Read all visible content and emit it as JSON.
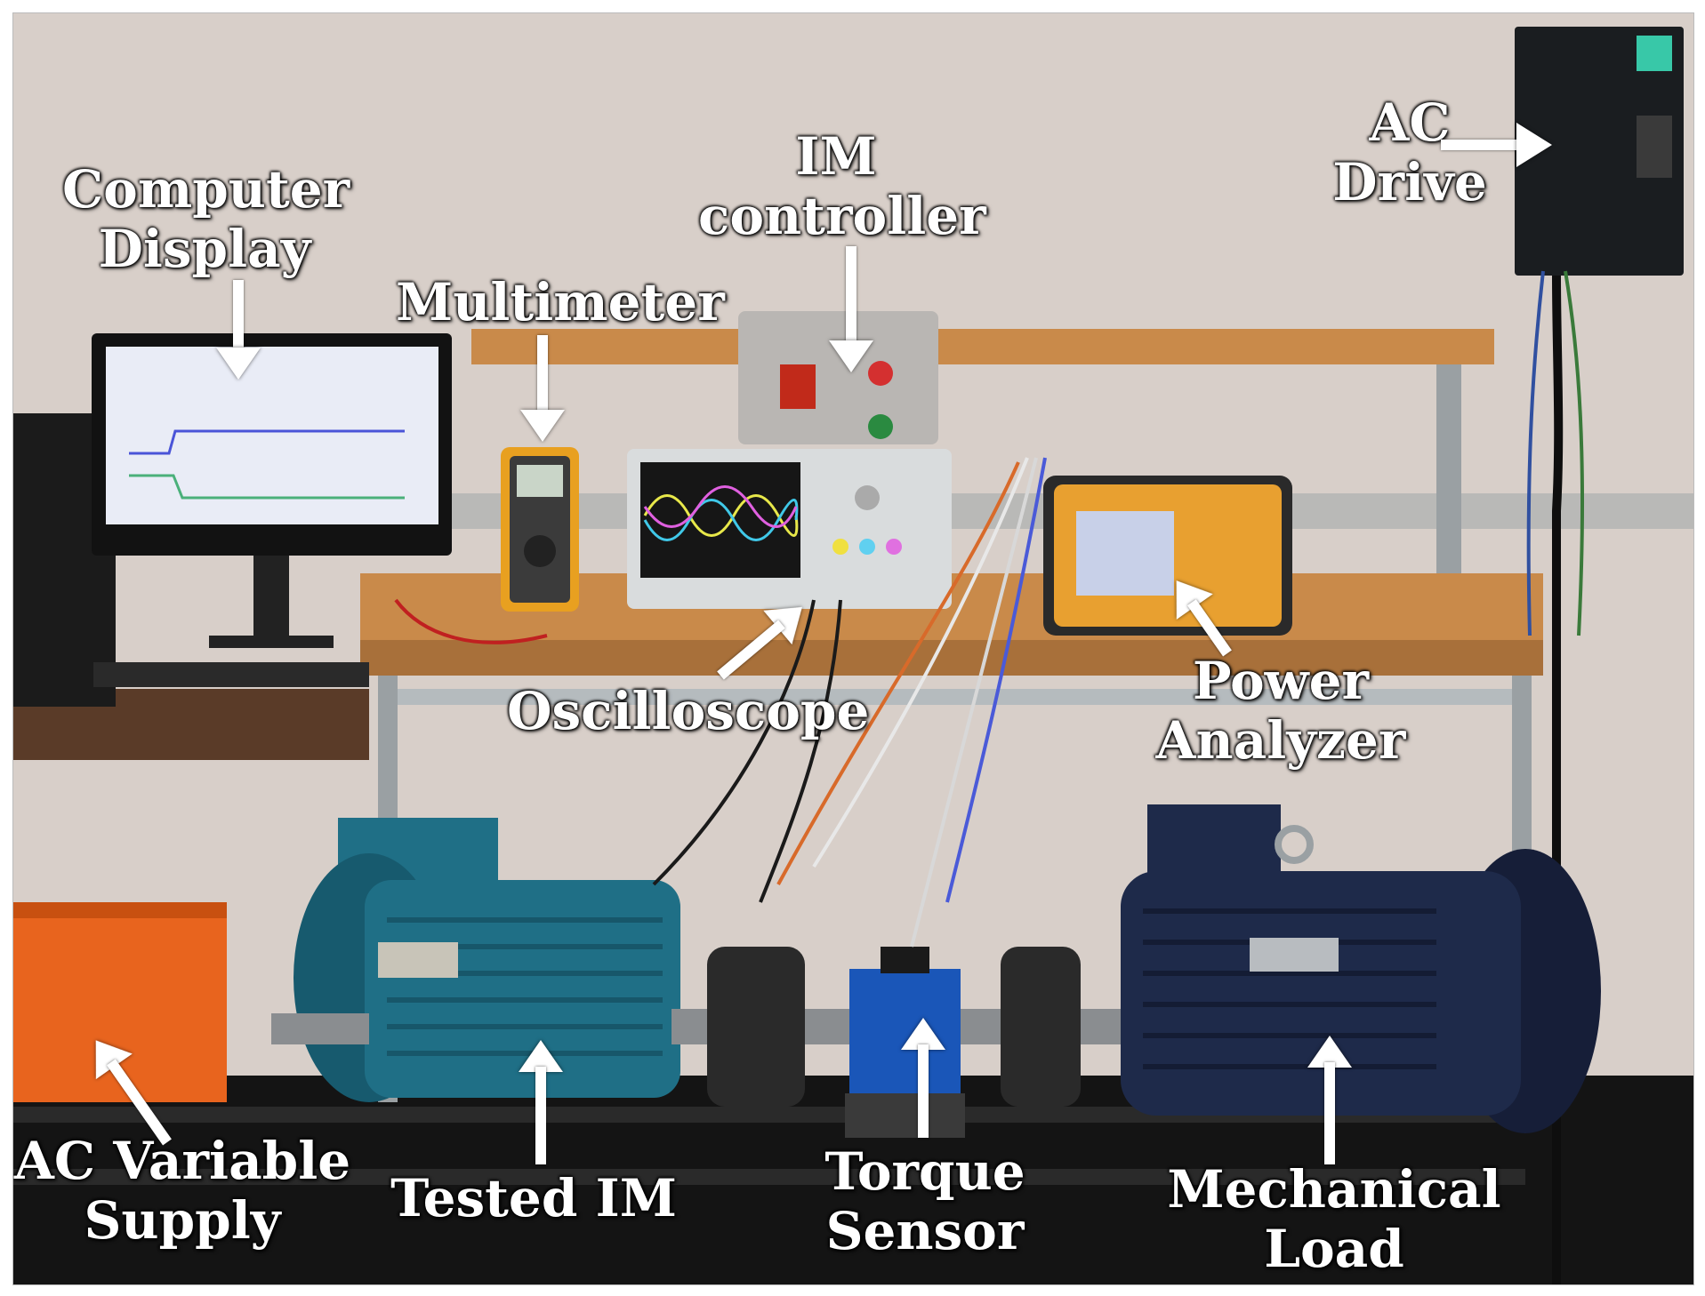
{
  "labels": {
    "computer_display": "Computer\nDisplay",
    "multimeter": "Multimeter",
    "im_controller": "IM\ncontroller",
    "ac_drive": "AC\nDrive",
    "oscilloscope": "Oscilloscope",
    "power_analyzer": "Power\nAnalyzer",
    "ac_variable_supply": "AC Variable\nSupply",
    "tested_im": "Tested IM",
    "torque_sensor": "Torque\nSensor",
    "mechanical_load": "Mechanical\nLoad"
  },
  "colors": {
    "wall": "#d8cfc9",
    "bench_wood": "#c98a4a",
    "tested_motor": "#1f6f86",
    "load_motor": "#1e2a4a",
    "torque_sensor": "#1a56b8",
    "supply_box": "#e8641e",
    "frame": "#1a1a1a",
    "label_text": "#ffffff"
  },
  "icons": {
    "arrow": "arrow-icon"
  }
}
